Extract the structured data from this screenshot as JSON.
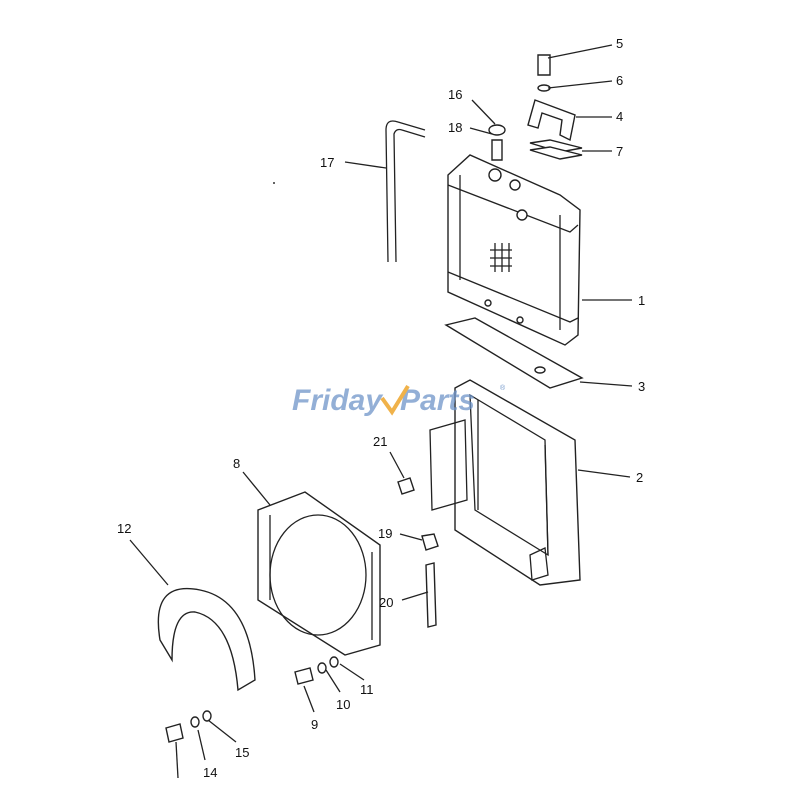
{
  "watermark": {
    "text_a": "Friday",
    "text_b": "Parts",
    "reg": "®",
    "color_main": "#6f95c9",
    "color_accent": "#f0b24a"
  },
  "callouts": [
    {
      "id": "5",
      "label": "5"
    },
    {
      "id": "6",
      "label": "6"
    },
    {
      "id": "4",
      "label": "4"
    },
    {
      "id": "7",
      "label": "7"
    },
    {
      "id": "16",
      "label": "16"
    },
    {
      "id": "18",
      "label": "18"
    },
    {
      "id": "17",
      "label": "17"
    },
    {
      "id": "1",
      "label": "1"
    },
    {
      "id": "3",
      "label": "3"
    },
    {
      "id": "2",
      "label": "2"
    },
    {
      "id": "21",
      "label": "21"
    },
    {
      "id": "8",
      "label": "8"
    },
    {
      "id": "19",
      "label": "19"
    },
    {
      "id": "20",
      "label": "20"
    },
    {
      "id": "12",
      "label": "12"
    },
    {
      "id": "11",
      "label": "11"
    },
    {
      "id": "10",
      "label": "10"
    },
    {
      "id": "9",
      "label": "9"
    },
    {
      "id": "15",
      "label": "15"
    },
    {
      "id": "14",
      "label": "14"
    }
  ]
}
